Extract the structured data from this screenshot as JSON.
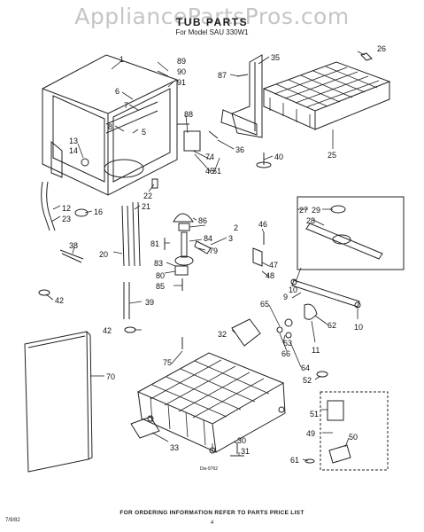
{
  "watermark": "AppliancePartsPros.com",
  "title": "TUB PARTS",
  "subtitle": "For Model SAU 330W1",
  "footer": "FOR ORDERING INFORMATION REFER TO PARTS PRICE LIST",
  "page_number": "4",
  "reference_code": "7/9/82",
  "diagram_code": "Dw-9762",
  "callouts": [
    {
      "id": "c1",
      "label": "1"
    },
    {
      "id": "c2",
      "label": "2"
    },
    {
      "id": "c3",
      "label": "3"
    },
    {
      "id": "c5",
      "label": "5"
    },
    {
      "id": "c6",
      "label": "6"
    },
    {
      "id": "c7",
      "label": "7"
    },
    {
      "id": "c8",
      "label": "8"
    },
    {
      "id": "c9",
      "label": "9"
    },
    {
      "id": "c10a",
      "label": "10"
    },
    {
      "id": "c10b",
      "label": "10"
    },
    {
      "id": "c11",
      "label": "11"
    },
    {
      "id": "c12",
      "label": "12"
    },
    {
      "id": "c13",
      "label": "13"
    },
    {
      "id": "c14",
      "label": "14"
    },
    {
      "id": "c16",
      "label": "16"
    },
    {
      "id": "c20",
      "label": "20"
    },
    {
      "id": "c21",
      "label": "21"
    },
    {
      "id": "c22",
      "label": "22"
    },
    {
      "id": "c23",
      "label": "23"
    },
    {
      "id": "c25",
      "label": "25"
    },
    {
      "id": "c26",
      "label": "26"
    },
    {
      "id": "c27",
      "label": "27"
    },
    {
      "id": "c28",
      "label": "28"
    },
    {
      "id": "c29",
      "label": "29"
    },
    {
      "id": "c30",
      "label": "30"
    },
    {
      "id": "c31",
      "label": "31"
    },
    {
      "id": "c32",
      "label": "32"
    },
    {
      "id": "c33",
      "label": "33"
    },
    {
      "id": "c35",
      "label": "35"
    },
    {
      "id": "c36",
      "label": "36"
    },
    {
      "id": "c38",
      "label": "38"
    },
    {
      "id": "c39",
      "label": "39"
    },
    {
      "id": "c40",
      "label": "40"
    },
    {
      "id": "c42a",
      "label": "42"
    },
    {
      "id": "c42b",
      "label": "42"
    },
    {
      "id": "c45",
      "label": "45"
    },
    {
      "id": "c46",
      "label": "46"
    },
    {
      "id": "c47",
      "label": "47"
    },
    {
      "id": "c48",
      "label": "48"
    },
    {
      "id": "c49",
      "label": "49"
    },
    {
      "id": "c50",
      "label": "50"
    },
    {
      "id": "c51",
      "label": "51"
    },
    {
      "id": "c52",
      "label": "52"
    },
    {
      "id": "c61a",
      "label": "61"
    },
    {
      "id": "c61b",
      "label": "61"
    },
    {
      "id": "c62",
      "label": "62"
    },
    {
      "id": "c63",
      "label": "63"
    },
    {
      "id": "c64",
      "label": "64"
    },
    {
      "id": "c65",
      "label": "65"
    },
    {
      "id": "c66",
      "label": "66"
    },
    {
      "id": "c70",
      "label": "70"
    },
    {
      "id": "c74",
      "label": "74"
    },
    {
      "id": "c75",
      "label": "75"
    },
    {
      "id": "c79",
      "label": "79"
    },
    {
      "id": "c80",
      "label": "80"
    },
    {
      "id": "c81",
      "label": "81"
    },
    {
      "id": "c83",
      "label": "83"
    },
    {
      "id": "c84",
      "label": "84"
    },
    {
      "id": "c85",
      "label": "85"
    },
    {
      "id": "c86",
      "label": "86"
    },
    {
      "id": "c87",
      "label": "87"
    },
    {
      "id": "c88",
      "label": "88"
    },
    {
      "id": "c89",
      "label": "89"
    },
    {
      "id": "c90",
      "label": "90"
    },
    {
      "id": "c91",
      "label": "91"
    }
  ]
}
